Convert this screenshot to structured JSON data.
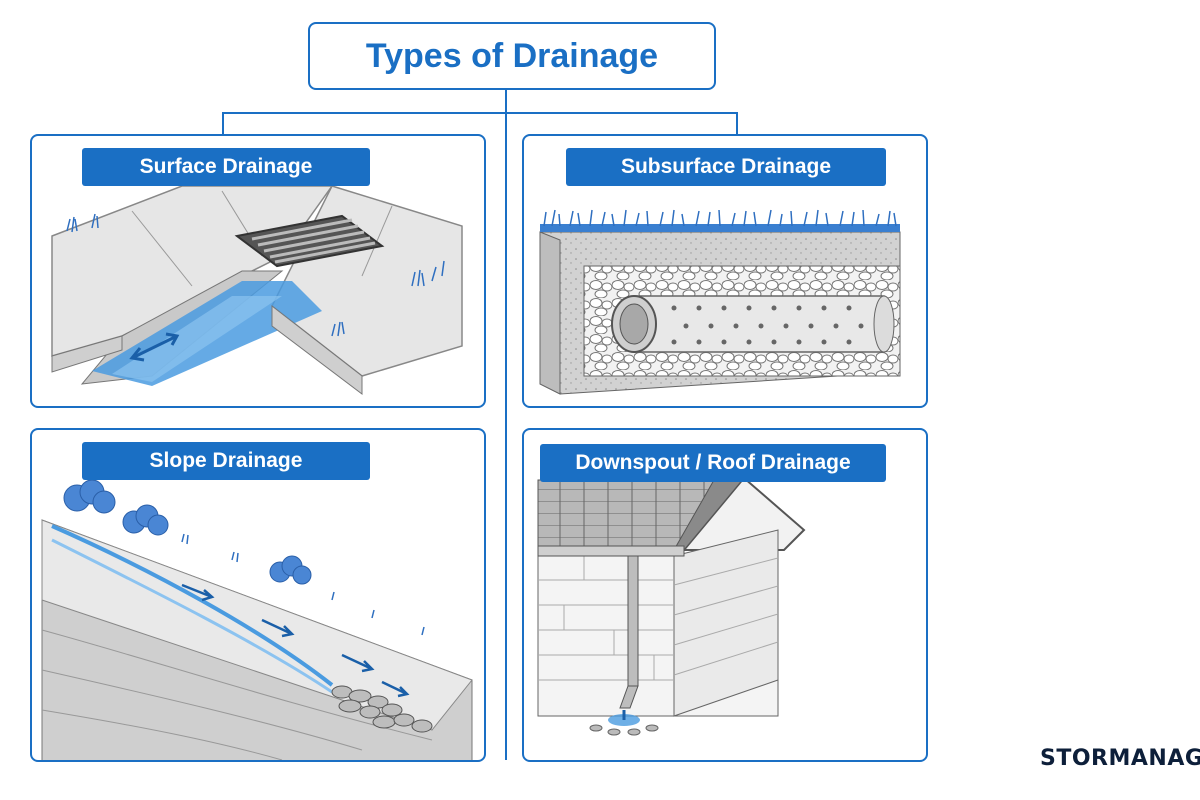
{
  "title": "Types of Drainage",
  "cards": [
    {
      "label": "Surface Drainage",
      "illustration": "surface-drainage-illustration"
    },
    {
      "label": "Subsurface Drainage",
      "illustration": "subsurface-drainage-illustration"
    },
    {
      "label": "Slope Drainage",
      "illustration": "slope-drainage-illustration"
    },
    {
      "label": "Downspout / Roof Drainage",
      "illustration": "downspout-roof-drainage-illustration"
    }
  ],
  "brand": "STORMANAGE",
  "colors": {
    "accent": "#1a6fc4",
    "water": "#4a9be0",
    "brand": "#0d1f3a"
  }
}
